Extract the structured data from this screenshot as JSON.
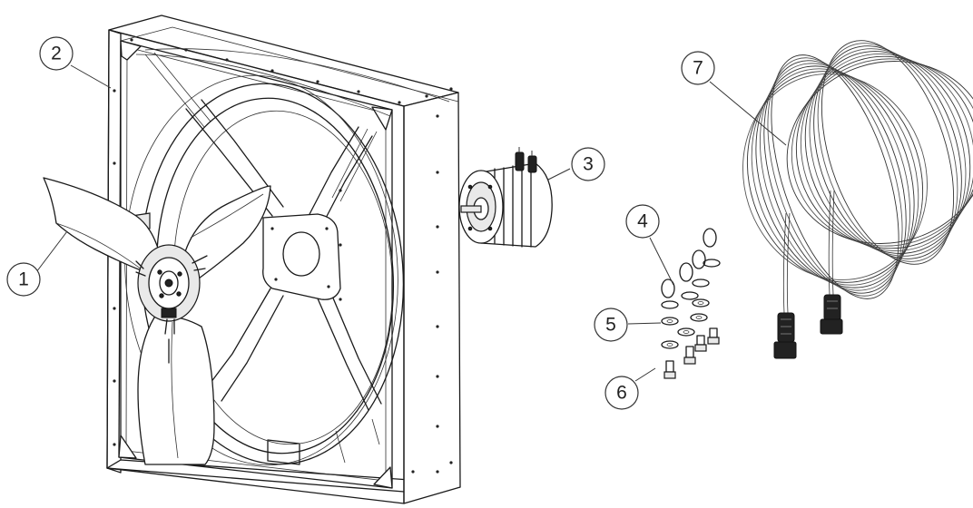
{
  "diagram": {
    "callouts": [
      "1",
      "2",
      "3",
      "4",
      "5",
      "6",
      "7"
    ]
  }
}
